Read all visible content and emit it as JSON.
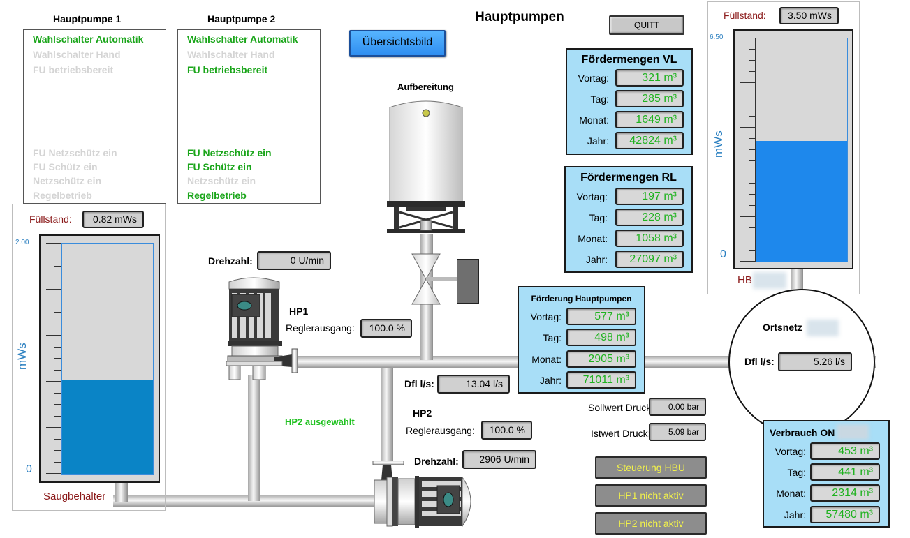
{
  "header": {
    "title": "Hauptpumpen",
    "overview_button": "Übersichtsbild",
    "quitt_button": "QUITT"
  },
  "hp1_status": {
    "title": "Hauptpumpe 1",
    "items": [
      {
        "label": "Wahlschalter Automatik",
        "active": true
      },
      {
        "label": "Wahlschalter Hand",
        "active": false
      },
      {
        "label": "FU betriebsbereit",
        "active": false
      },
      {
        "label": "FU Netzschütz ein",
        "active": false
      },
      {
        "label": "FU Schütz ein",
        "active": false
      },
      {
        "label": "Netzschütz ein",
        "active": false
      },
      {
        "label": "Regelbetrieb",
        "active": false
      }
    ]
  },
  "hp2_status": {
    "title": "Hauptpumpe 2",
    "items": [
      {
        "label": "Wahlschalter Automatik",
        "active": true
      },
      {
        "label": "Wahlschalter Hand",
        "active": false
      },
      {
        "label": "FU betriebsbereit",
        "active": true
      },
      {
        "label": "FU Netzschütz ein",
        "active": true
      },
      {
        "label": "FU Schütz ein",
        "active": true
      },
      {
        "label": "Netzschütz ein",
        "active": false
      },
      {
        "label": "Regelbetrieb",
        "active": true
      }
    ]
  },
  "saug_tank": {
    "fill_label": "Füllstand:",
    "fill_value": "0.82 mWs",
    "scale_max": "2.00",
    "scale_min": "0",
    "unit": "mWs",
    "name": "Saugbehälter",
    "level_fraction": 0.41,
    "fill_color": "#0a84c6"
  },
  "hb_tank": {
    "fill_label": "Füllstand:",
    "fill_value": "3.50 mWs",
    "scale_max": "6.50",
    "scale_min": "0",
    "unit": "mWs",
    "name": "HB",
    "level_fraction": 0.54,
    "fill_color": "#1e88ec"
  },
  "aufbereitung": {
    "label": "Aufbereitung"
  },
  "hp1": {
    "name": "HP1",
    "drehzahl_label": "Drehzahl:",
    "drehzahl_value": "0 U/min",
    "regler_label": "Reglerausgang:",
    "regler_value": "100.0 %"
  },
  "hp2": {
    "name": "HP2",
    "selected_text": "HP2 ausgewählt",
    "drehzahl_label": "Drehzahl:",
    "drehzahl_value": "2906 U/min",
    "regler_label": "Reglerausgang:",
    "regler_value": "100.0 %"
  },
  "flow": {
    "label": "Dfl l/s:",
    "value": "13.04 l/s"
  },
  "druck": {
    "soll_label": "Sollwert Druck:",
    "soll_value": "0.00 bar",
    "ist_label": "Istwert Druck:",
    "ist_value": "5.09 bar"
  },
  "control_buttons": {
    "steuerung": "Steuerung HBU",
    "hp1": "HP1 nicht aktiv",
    "hp2": "HP2 nicht aktiv"
  },
  "ortsnetz": {
    "label": "Ortsnetz",
    "flow_label": "Dfl l/s:",
    "flow_value": "5.26 l/s"
  },
  "panels": {
    "vl": {
      "title": "Fördermengen VL",
      "rows": [
        {
          "label": "Vortag:",
          "value": "321 m³"
        },
        {
          "label": "Tag:",
          "value": "285 m³"
        },
        {
          "label": "Monat:",
          "value": "1649 m³"
        },
        {
          "label": "Jahr:",
          "value": "42824 m³"
        }
      ]
    },
    "rl": {
      "title": "Fördermengen RL",
      "rows": [
        {
          "label": "Vortag:",
          "value": "197 m³"
        },
        {
          "label": "Tag:",
          "value": "228 m³"
        },
        {
          "label": "Monat:",
          "value": "1058 m³"
        },
        {
          "label": "Jahr:",
          "value": "27097 m³"
        }
      ]
    },
    "hp": {
      "title": "Förderung Hauptpumpen",
      "rows": [
        {
          "label": "Vortag:",
          "value": "577 m³"
        },
        {
          "label": "Tag:",
          "value": "498 m³"
        },
        {
          "label": "Monat:",
          "value": "2905 m³"
        },
        {
          "label": "Jahr:",
          "value": "71011 m³"
        }
      ]
    },
    "on": {
      "title": "Verbrauch ON",
      "rows": [
        {
          "label": "Vortag:",
          "value": "453 m³"
        },
        {
          "label": "Tag:",
          "value": "441 m³"
        },
        {
          "label": "Monat:",
          "value": "2314 m³"
        },
        {
          "label": "Jahr:",
          "value": "57480 m³"
        }
      ]
    }
  }
}
